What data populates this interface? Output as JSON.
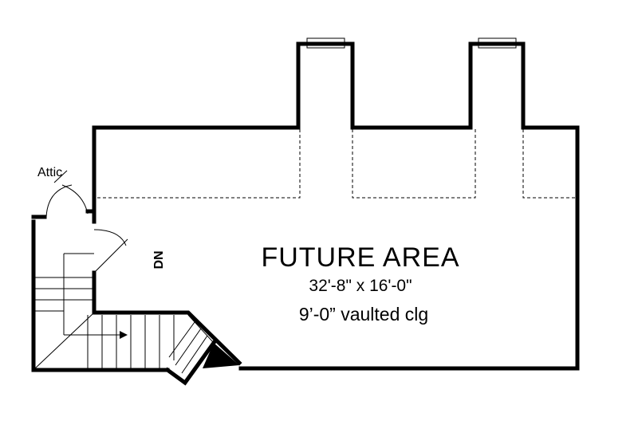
{
  "plan": {
    "room_name": "FUTURE AREA",
    "room_dimensions": "32'-8\" x 16'-0\"",
    "ceiling_note": "9’-0” vaulted clg",
    "attic_label": "Attic",
    "stair_label": "DN"
  }
}
